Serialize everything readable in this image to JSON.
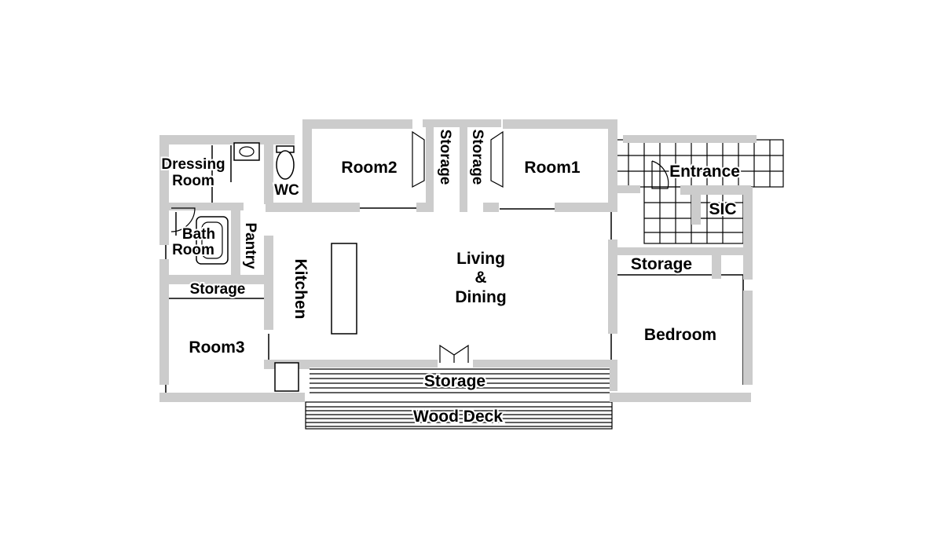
{
  "rooms": {
    "dressing_room_line1": "Dressing",
    "dressing_room_line2": "Room",
    "wc": "WC",
    "room2": "Room2",
    "storage_left_vertical": "Storage",
    "storage_right_vertical": "Storage",
    "room1": "Room1",
    "entrance": "Entrance",
    "sic": "SIC",
    "bath_room_line1": "Bath",
    "bath_room_line2": "Room",
    "pantry": "Pantry",
    "kitchen": "Kitchen",
    "living_line1": "Living",
    "living_line2": "&",
    "living_line3": "Dining",
    "storage_left": "Storage",
    "storage_right": "Storage",
    "room3": "Room3",
    "bedroom": "Bedroom",
    "storage_bottom": "Storage",
    "wood_deck": "Wood Deck"
  },
  "colors": {
    "wall": "#cccccc",
    "line": "#000000",
    "background": "#ffffff"
  }
}
